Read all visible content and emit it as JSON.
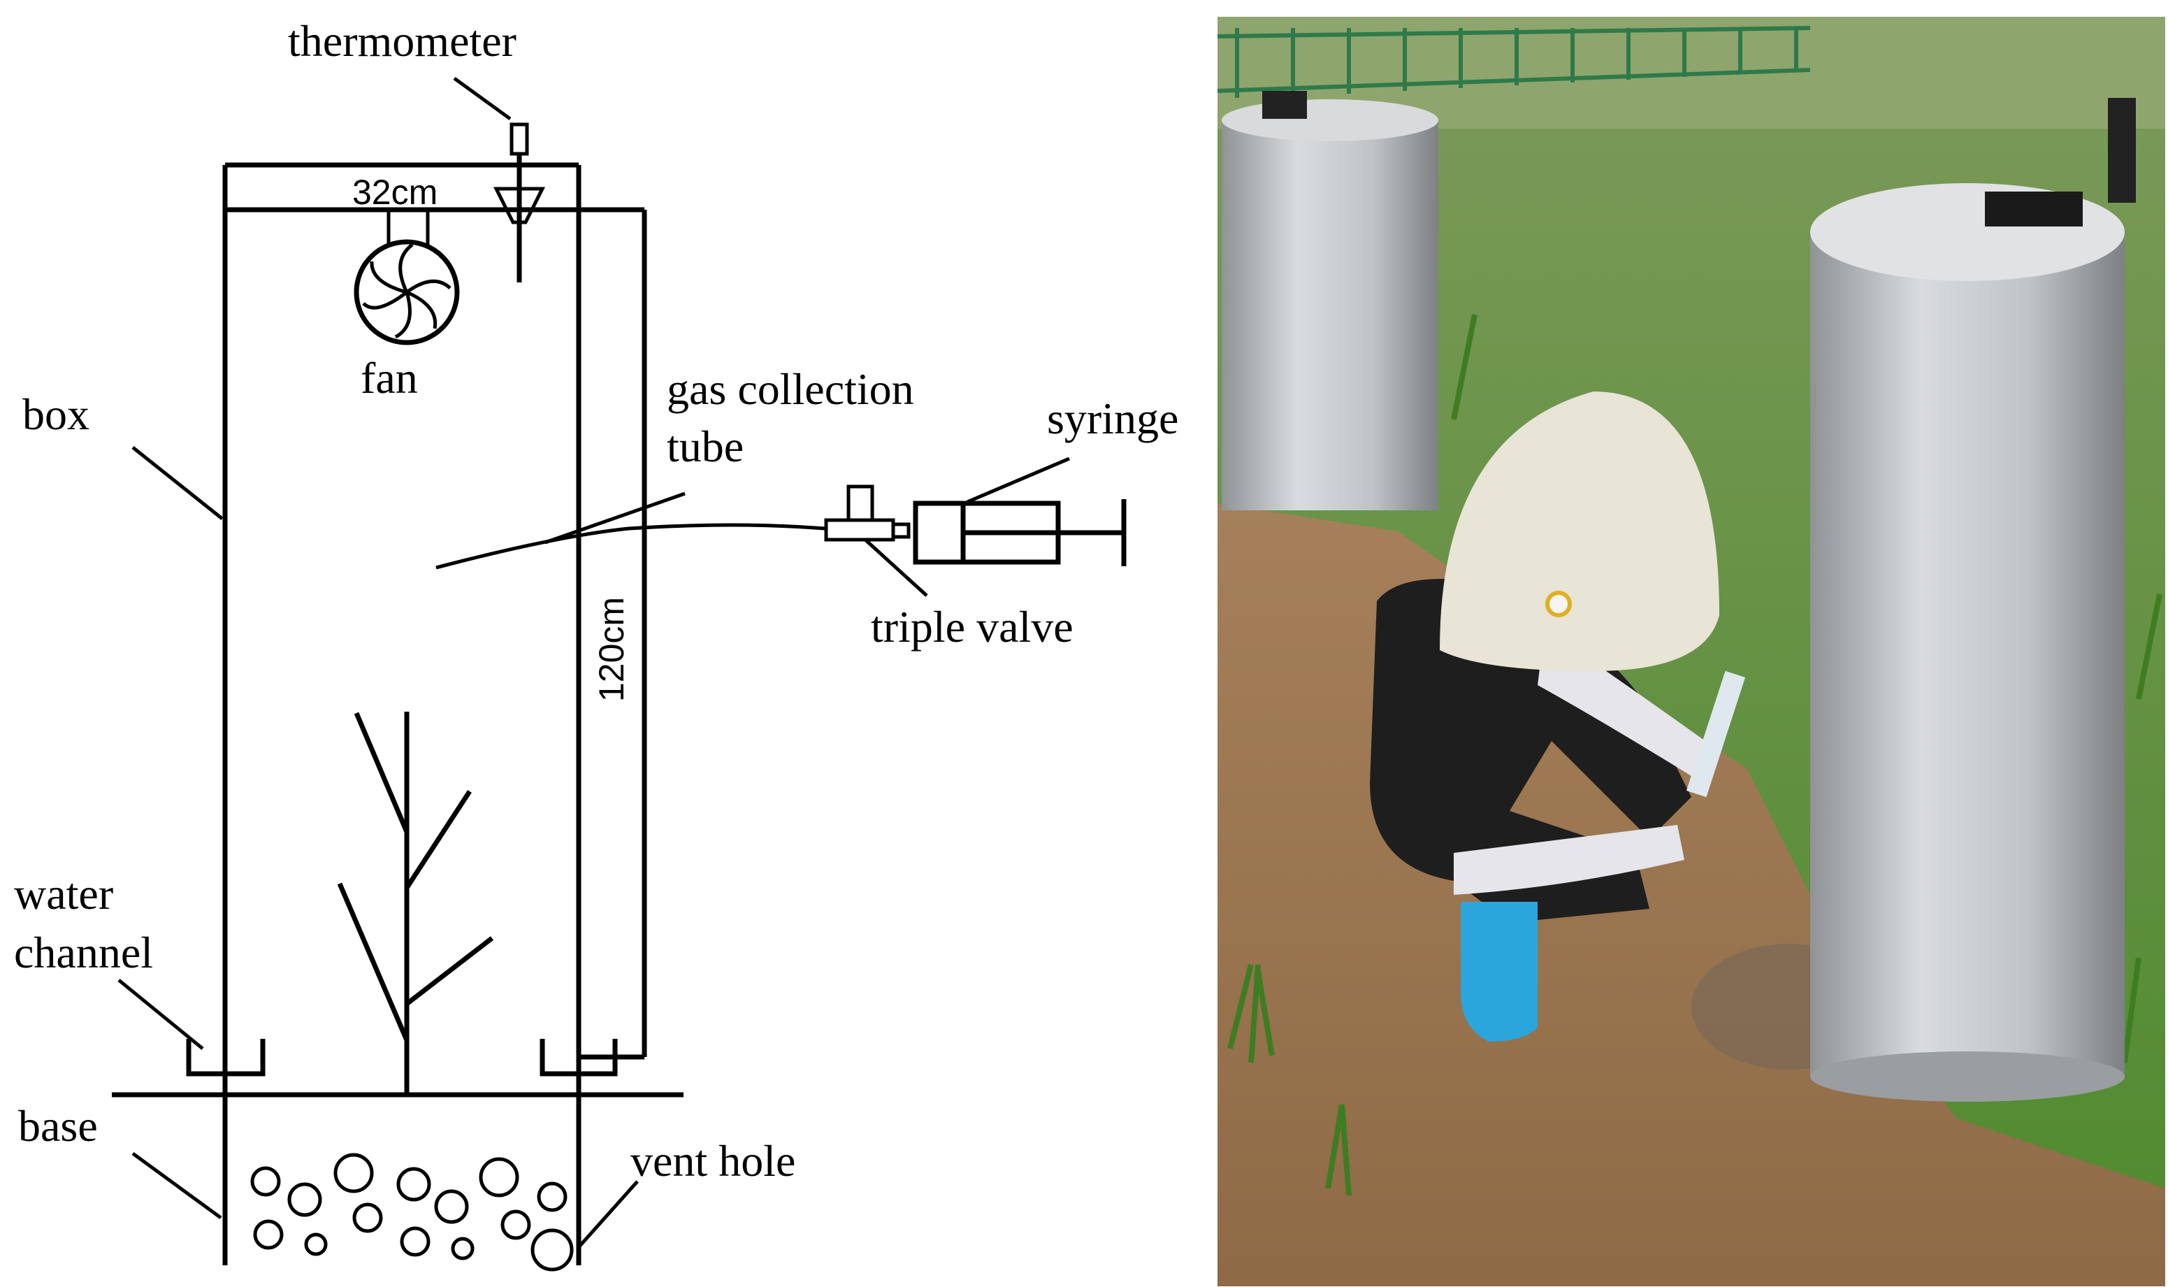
{
  "diagram": {
    "labels": {
      "thermometer": "thermometer",
      "width": "32cm",
      "fan": "fan",
      "box": "box",
      "gas_tube_line1": "gas collection",
      "gas_tube_line2": "tube",
      "syringe": "syringe",
      "triple_valve": "triple valve",
      "height": "120cm",
      "water_channel_line1": "water",
      "water_channel_line2": "channel",
      "base": "base",
      "vent_hole": "vent hole"
    }
  },
  "photo": {
    "colors": {
      "soil": "#9c7650",
      "grass": "#4f8a2e",
      "chamber": "#c9cccf",
      "hat": "#e8e4d6",
      "boots": "#2aa6dc",
      "shirt": "#1e1e1e"
    }
  }
}
